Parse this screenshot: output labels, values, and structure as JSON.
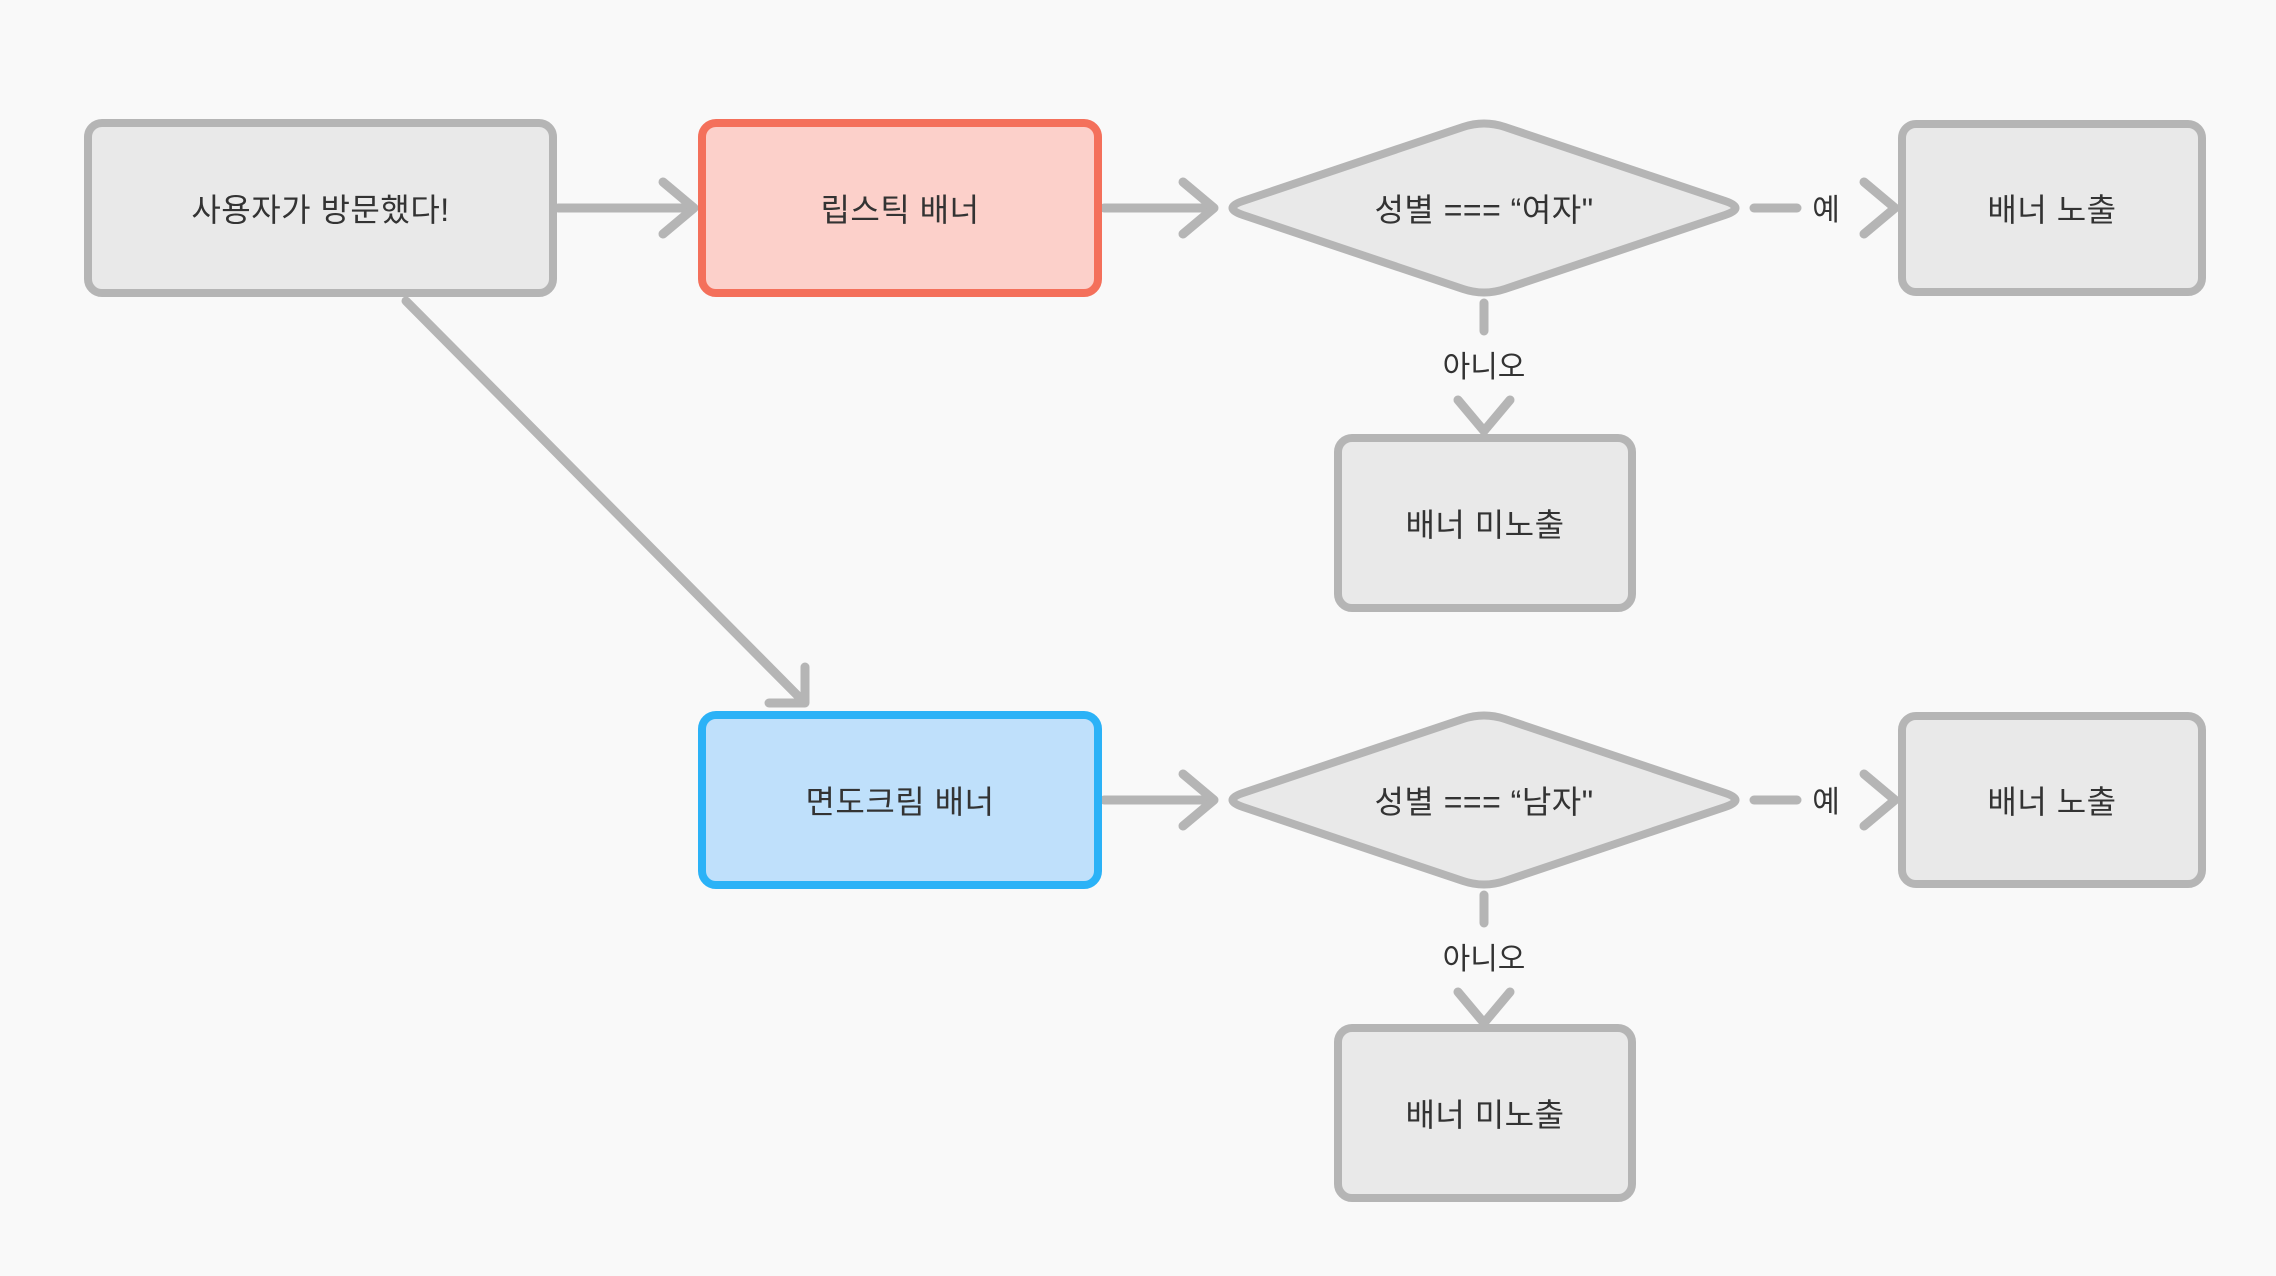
{
  "diagram": {
    "type": "flowchart",
    "background": "#f9f9f9",
    "edge_color": "#b5b5b5",
    "text_color": "#333333",
    "nodes": {
      "start": {
        "label": "사용자가 방문했다!",
        "shape": "rect",
        "fill": "#e9e9e9",
        "border": "#b5b5b5"
      },
      "lipstick": {
        "label": "립스틱 배너",
        "shape": "rect",
        "fill": "#fcd0ca",
        "border": "#f4705b"
      },
      "female_check": {
        "label": "성별 === “여자\"",
        "shape": "diamond",
        "fill": "#e9e9e9",
        "border": "#b5b5b5"
      },
      "banner_shown_1": {
        "label": "배너 노출",
        "shape": "rect",
        "fill": "#e9e9e9",
        "border": "#b5b5b5"
      },
      "banner_hidden_1": {
        "label": "배너 미노출",
        "shape": "rect",
        "fill": "#e9e9e9",
        "border": "#b5b5b5"
      },
      "shaving": {
        "label": "면도크림 배너",
        "shape": "rect",
        "fill": "#bfe0fb",
        "border": "#2bb2f7"
      },
      "male_check": {
        "label": "성별 === “남자\"",
        "shape": "diamond",
        "fill": "#e9e9e9",
        "border": "#b5b5b5"
      },
      "banner_shown_2": {
        "label": "배너 노출",
        "shape": "rect",
        "fill": "#e9e9e9",
        "border": "#b5b5b5"
      },
      "banner_hidden_2": {
        "label": "배너 미노출",
        "shape": "rect",
        "fill": "#e9e9e9",
        "border": "#b5b5b5"
      }
    },
    "edges": [
      {
        "from": "start",
        "to": "lipstick",
        "label": ""
      },
      {
        "from": "lipstick",
        "to": "female_check",
        "label": ""
      },
      {
        "from": "female_check",
        "to": "banner_shown_1",
        "label": "예"
      },
      {
        "from": "female_check",
        "to": "banner_hidden_1",
        "label": "아니오"
      },
      {
        "from": "start",
        "to": "shaving",
        "label": ""
      },
      {
        "from": "shaving",
        "to": "male_check",
        "label": ""
      },
      {
        "from": "male_check",
        "to": "banner_shown_2",
        "label": "예"
      },
      {
        "from": "male_check",
        "to": "banner_hidden_2",
        "label": "아니오"
      }
    ]
  }
}
